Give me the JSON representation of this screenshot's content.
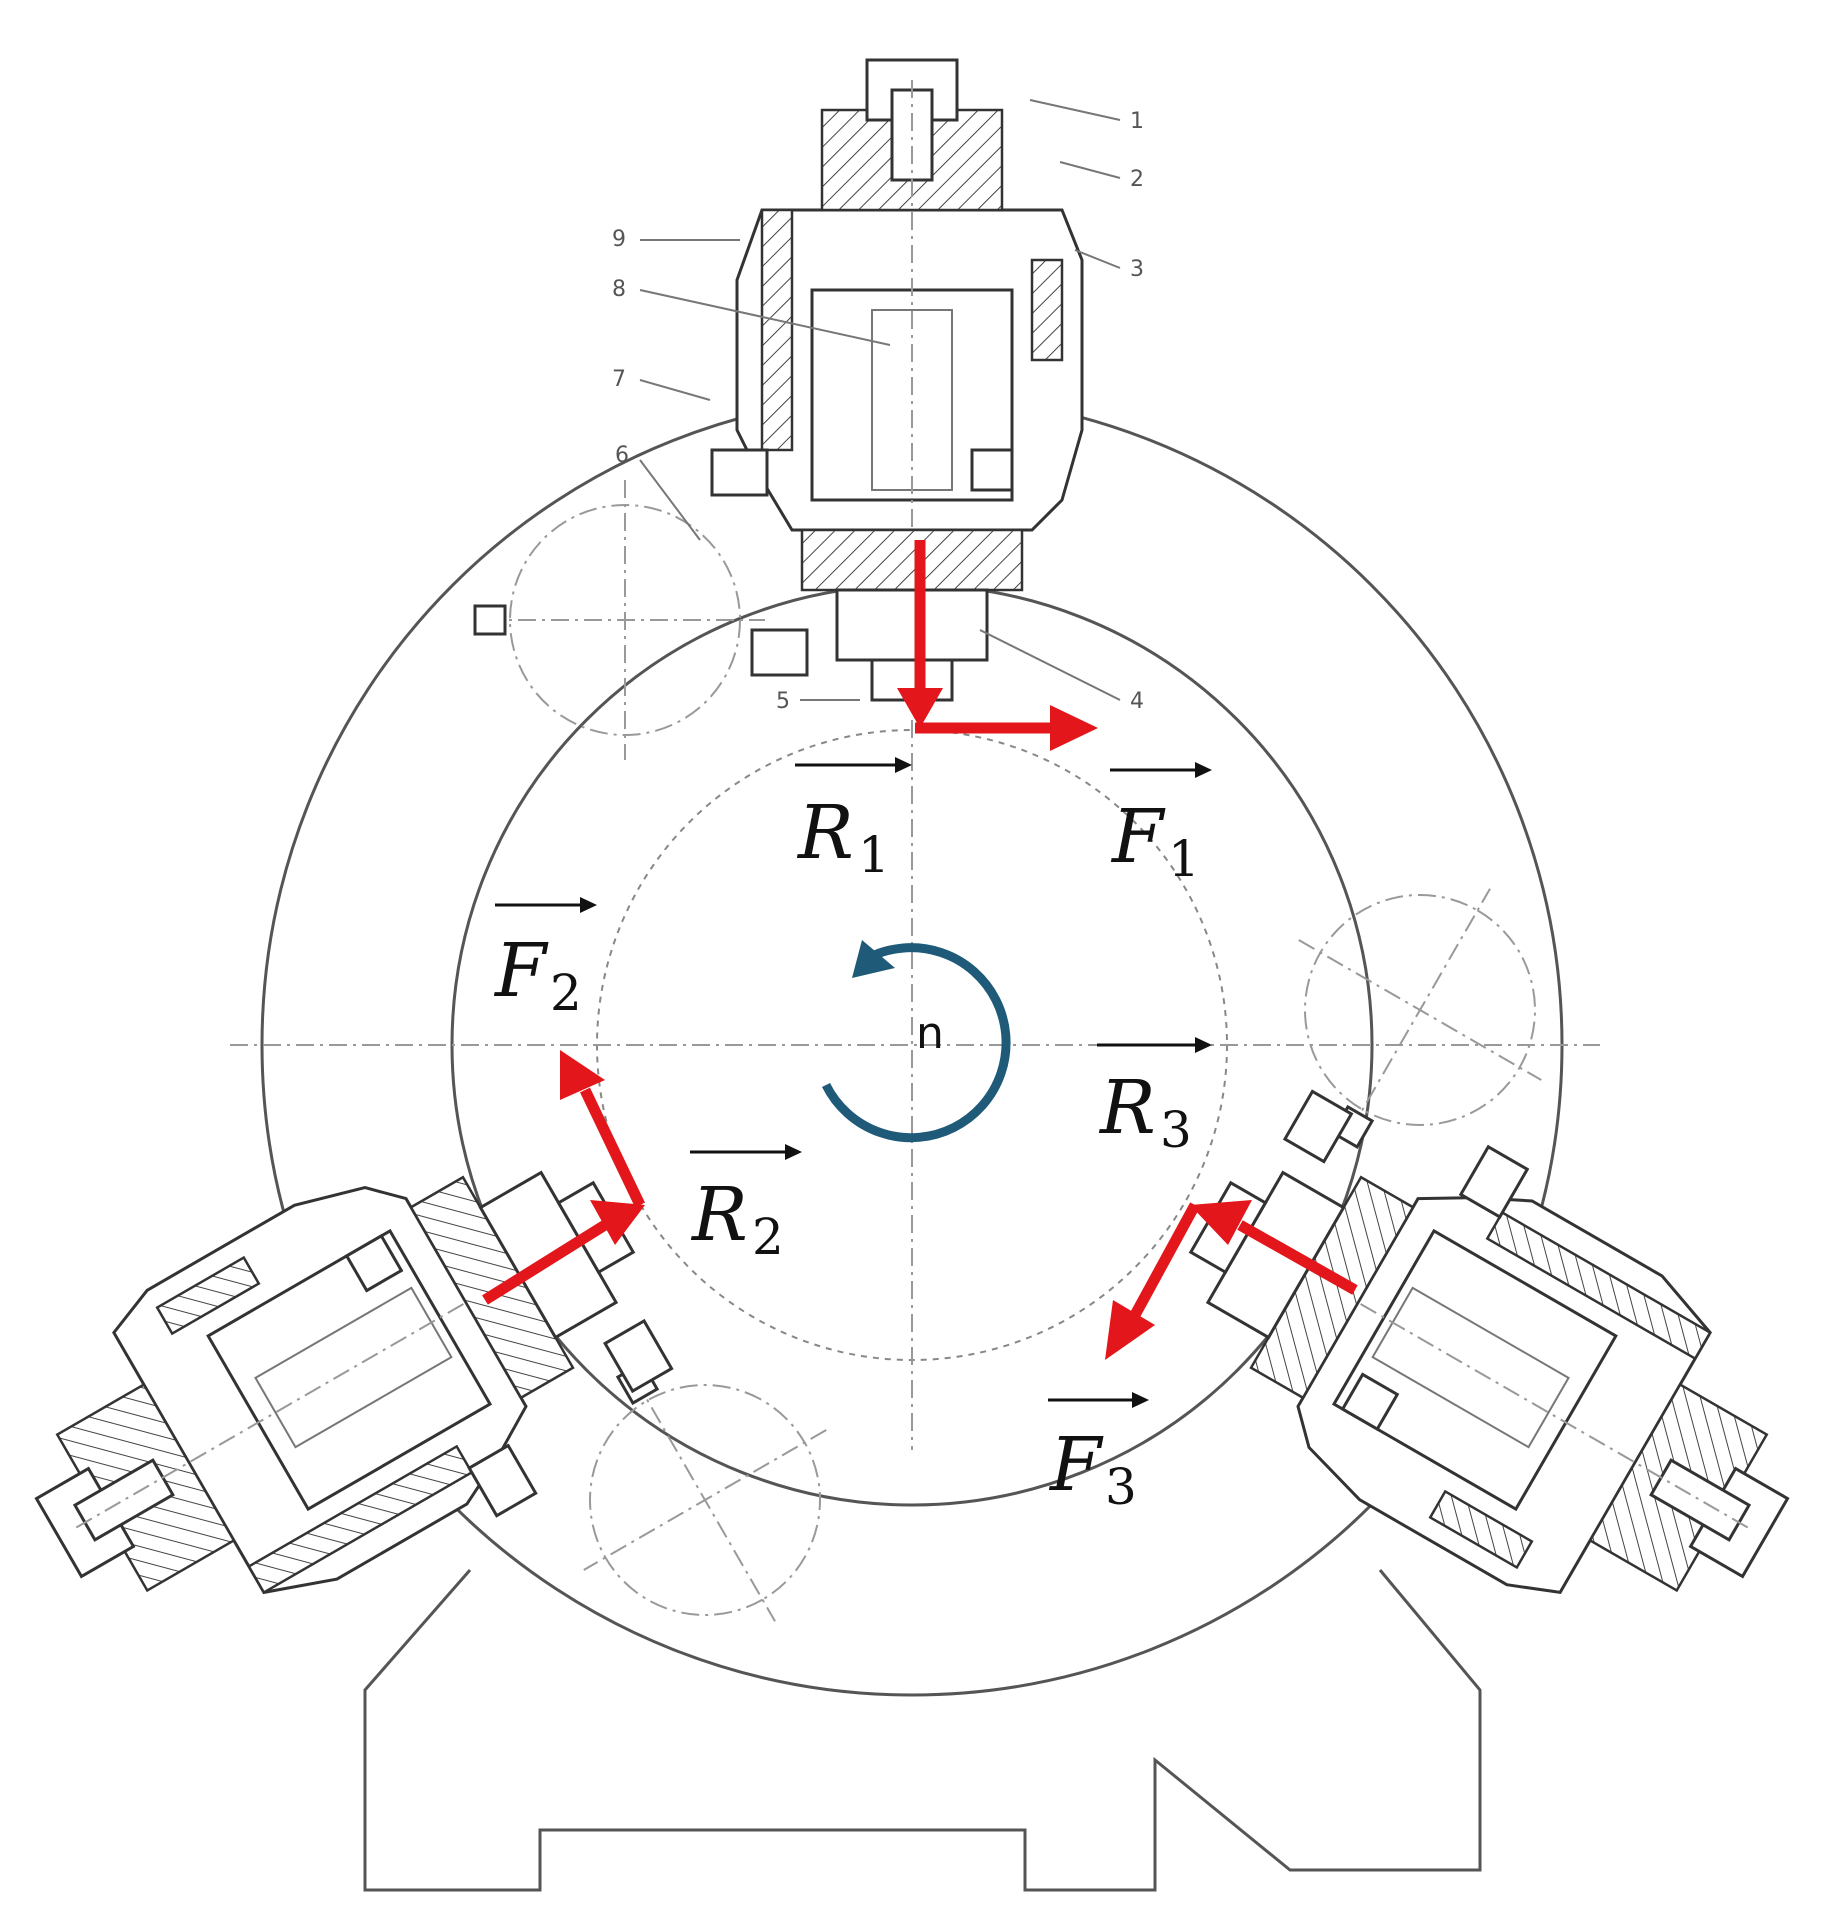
{
  "figure": {
    "part_numbers": [
      "1",
      "2",
      "3",
      "4",
      "5",
      "6",
      "7",
      "8",
      "9"
    ],
    "vectors": [
      {
        "id": "R1",
        "base": "R",
        "sub": "1"
      },
      {
        "id": "F1",
        "base": "F",
        "sub": "1"
      },
      {
        "id": "F2",
        "base": "F",
        "sub": "2"
      },
      {
        "id": "R2",
        "base": "R",
        "sub": "2"
      },
      {
        "id": "R3",
        "base": "R",
        "sub": "3"
      },
      {
        "id": "F3",
        "base": "F",
        "sub": "3"
      }
    ],
    "rotation_label": "n",
    "colors": {
      "force_arrow": "#e3161b",
      "rotation_arrow": "#1f5a78",
      "drawing_line": "#333333"
    }
  }
}
